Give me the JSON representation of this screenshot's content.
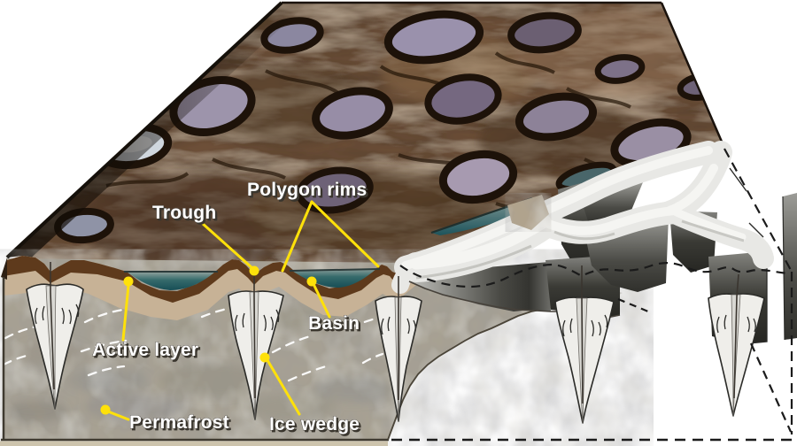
{
  "figure": {
    "labels": {
      "polygon_rims": "Polygon rims",
      "trough": "Trough",
      "basin": "Basin",
      "active_layer": "Active layer",
      "permafrost": "Permafrost",
      "ice_wedge": "Ice wedge"
    },
    "colors": {
      "label_text": "#ffffff",
      "label_shadow": "#3a362e",
      "leader_yellow": "#ffe10a",
      "water_teal": "#1f5560",
      "surface_brown": "#5e3a1c",
      "active_layer_tan": "#c7b296",
      "permafrost_gray": "#a7a192",
      "ice_white": "#efeeea",
      "wall_gray": "#4a4a45",
      "pond_lavender": "#9d94ab"
    }
  }
}
